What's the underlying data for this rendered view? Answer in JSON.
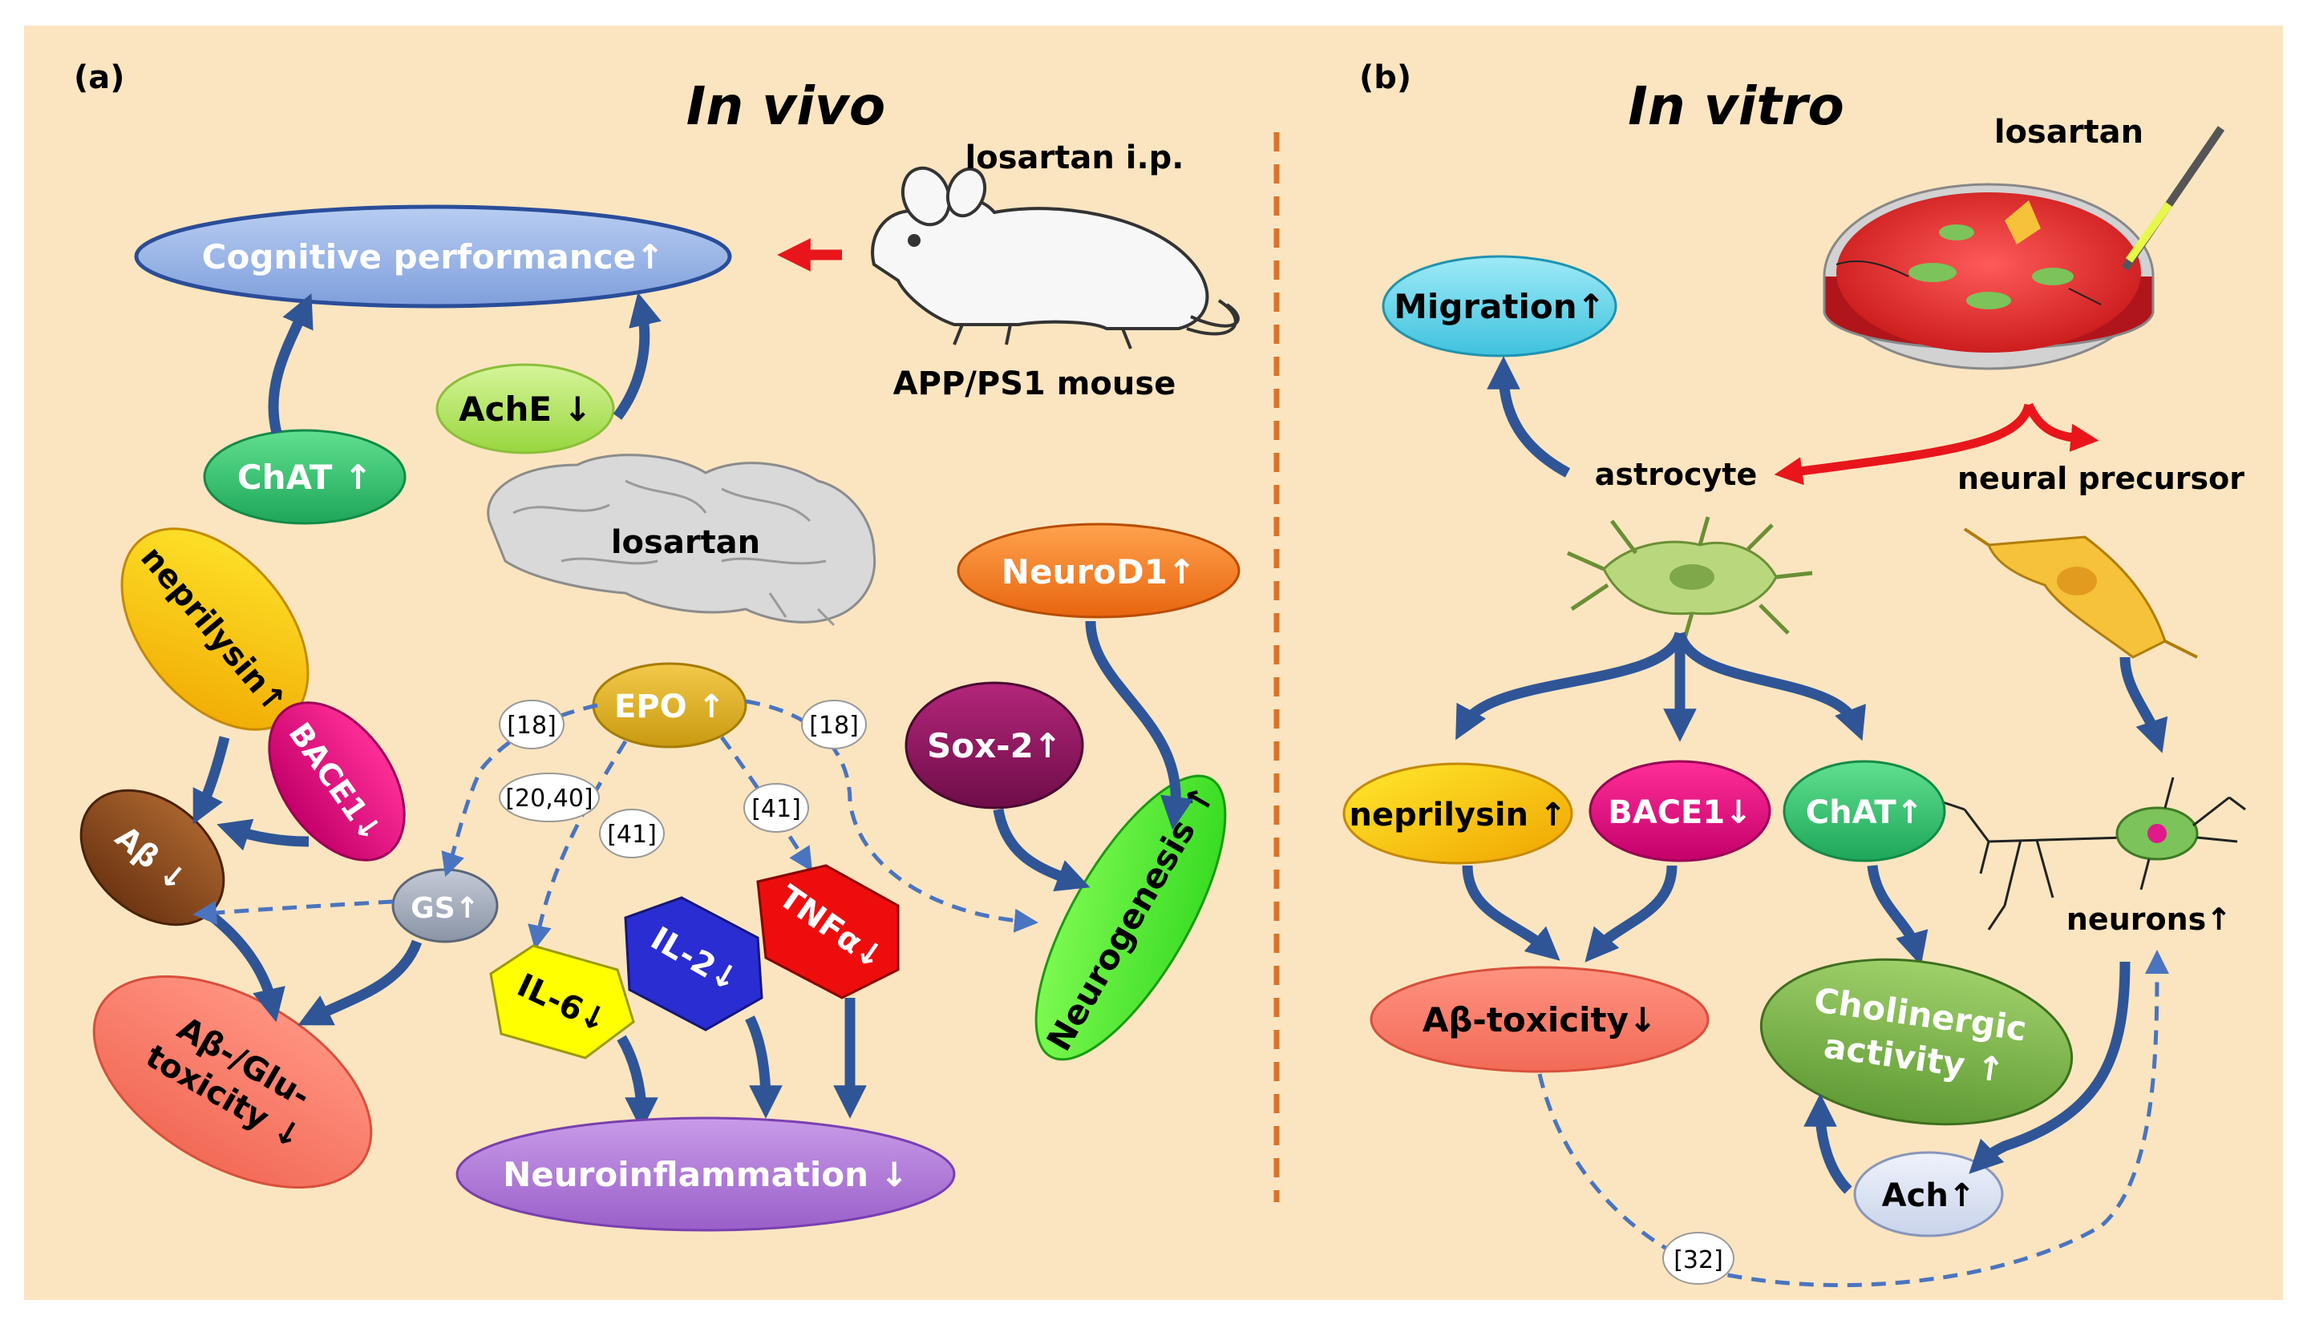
{
  "panel_a": {
    "label": "(a)",
    "title": "In vivo",
    "losartan_ip": "losartan i.p.",
    "mouse_label": "APP/PS1 mouse",
    "brain_label": "losartan",
    "cognitive": "Cognitive performance↑",
    "ache": "AchE ↓",
    "chat": "ChAT ↑",
    "neprilysin": "neprilysin↑",
    "bace1": "BACE1↓",
    "abeta": "Aβ ↓",
    "gs": "GS↑",
    "abglu_1": "Aβ-/Glu-",
    "abglu_2": "toxicity ↓",
    "epo": "EPO ↑",
    "sox2": "Sox-2↑",
    "neurod1": "NeuroD1↑",
    "neurogenesis": "Neurogenesis ↑",
    "il6": "IL-6↓",
    "il2": "IL-2↓",
    "tnfa": "TNFα↓",
    "neuroinflammation": "Neuroinflammation ↓",
    "refs": {
      "r18_left": "[18]",
      "r20_40": "[20,40]",
      "r41_left": "[41]",
      "r41_right": "[41]",
      "r18_right": "[18]"
    }
  },
  "panel_b": {
    "label": "(b)",
    "title": "In vitro",
    "losartan": "losartan",
    "migration": "Migration↑",
    "astrocyte": "astrocyte",
    "neural_precursor": "neural precursor",
    "neprilysin": "neprilysin ↑",
    "bace1": "BACE1↓",
    "chat": "ChAT↑",
    "abtox": "Aβ-toxicity↓",
    "cholinergic_1": "Cholinergic",
    "cholinergic_2": "activity ↑",
    "ach": "Ach↑",
    "neurons": "neurons↑",
    "ref32": "[32]"
  },
  "colors": {
    "background": "#fbe5c0",
    "arrow_blue": "#2f5597",
    "arrow_red": "#e8161b",
    "divider": "#d8742a"
  }
}
